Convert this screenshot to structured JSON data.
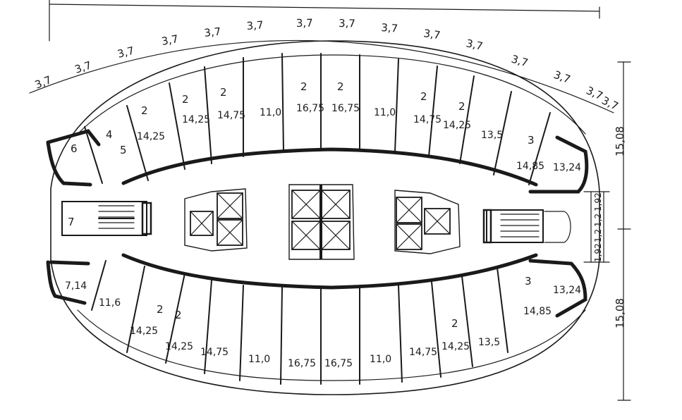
{
  "top_dimensions": [
    "3,7",
    "3,7",
    "3,7",
    "3,7",
    "3,7",
    "3,7",
    "3,7",
    "3,7",
    "3,7",
    "3,7",
    "3,7",
    "3,7",
    "3,7",
    "3,7",
    "3,7"
  ],
  "right_dimensions": {
    "upper_depth": "15,08",
    "lower_depth": "15,08",
    "stair_1": "1,92",
    "stair_2": "1,2",
    "stair_3": "1,2",
    "stair_4": "1,92"
  },
  "upper_rooms": [
    {
      "rooms": "6",
      "area": ""
    },
    {
      "rooms": "4",
      "area": ""
    },
    {
      "rooms": "5",
      "area": ""
    },
    {
      "rooms": "2",
      "area": "14,25"
    },
    {
      "rooms": "2",
      "area": "14,25"
    },
    {
      "rooms": "2",
      "area": "14,75"
    },
    {
      "rooms": "",
      "area": "11,0"
    },
    {
      "rooms": "2",
      "area": "16,75"
    },
    {
      "rooms": "2",
      "area": "16,75"
    },
    {
      "rooms": "",
      "area": "11,0"
    },
    {
      "rooms": "2",
      "area": "14,75"
    },
    {
      "rooms": "2",
      "area": "14,25"
    },
    {
      "rooms": "",
      "area": "13,5"
    },
    {
      "rooms": "3",
      "area": "14,85"
    },
    {
      "rooms": "",
      "area": "13,24"
    }
  ],
  "lower_rooms": [
    {
      "rooms": "",
      "area": "7,14"
    },
    {
      "rooms": "",
      "area": "11,6"
    },
    {
      "rooms": "2",
      "area": "14,25"
    },
    {
      "rooms": "2",
      "area": "14,25"
    },
    {
      "rooms": "",
      "area": "14,75"
    },
    {
      "rooms": "",
      "area": "11,0"
    },
    {
      "rooms": "",
      "area": "16,75"
    },
    {
      "rooms": "",
      "area": "16,75"
    },
    {
      "rooms": "",
      "area": "11,0"
    },
    {
      "rooms": "",
      "area": "14,75"
    },
    {
      "rooms": "2",
      "area": "14,25"
    },
    {
      "rooms": "",
      "area": "13,5"
    },
    {
      "rooms": "3",
      "area": "14,85"
    },
    {
      "rooms": "",
      "area": "13,24"
    }
  ],
  "left_stair_label": "7"
}
